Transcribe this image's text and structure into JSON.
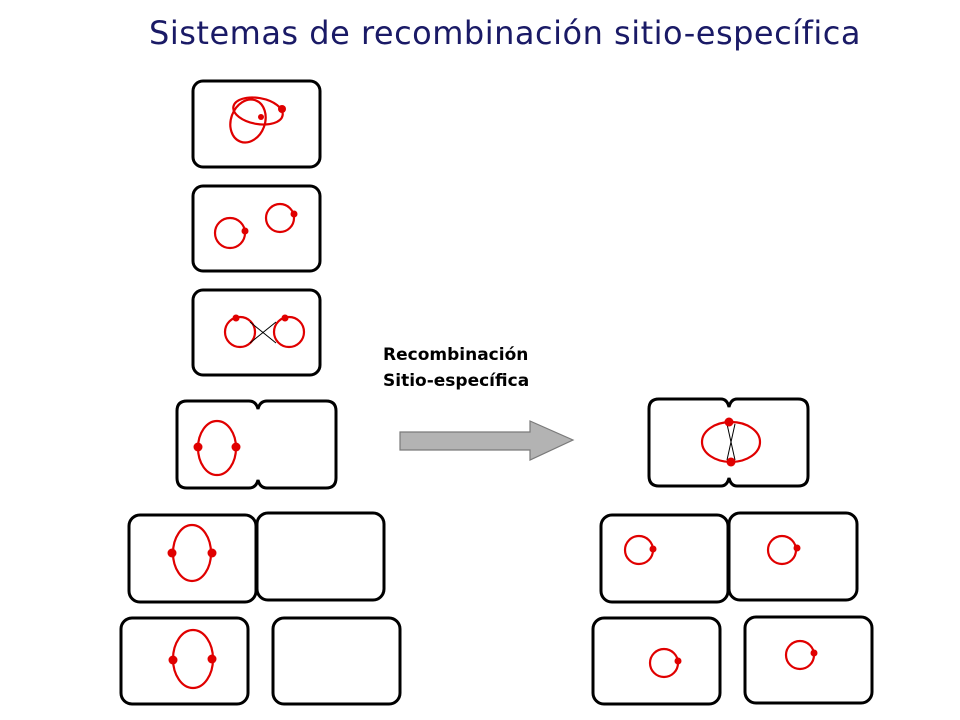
{
  "title": "Sistemas de recombinación sitio-específica",
  "process_label": {
    "line1": "Recombinación",
    "line2": "Sitio-específica"
  },
  "colors": {
    "title": "#1a1a66",
    "plasmid": "#e00000",
    "cell_outline": "#000000",
    "arrow_fill": "#b3b3b3"
  }
}
